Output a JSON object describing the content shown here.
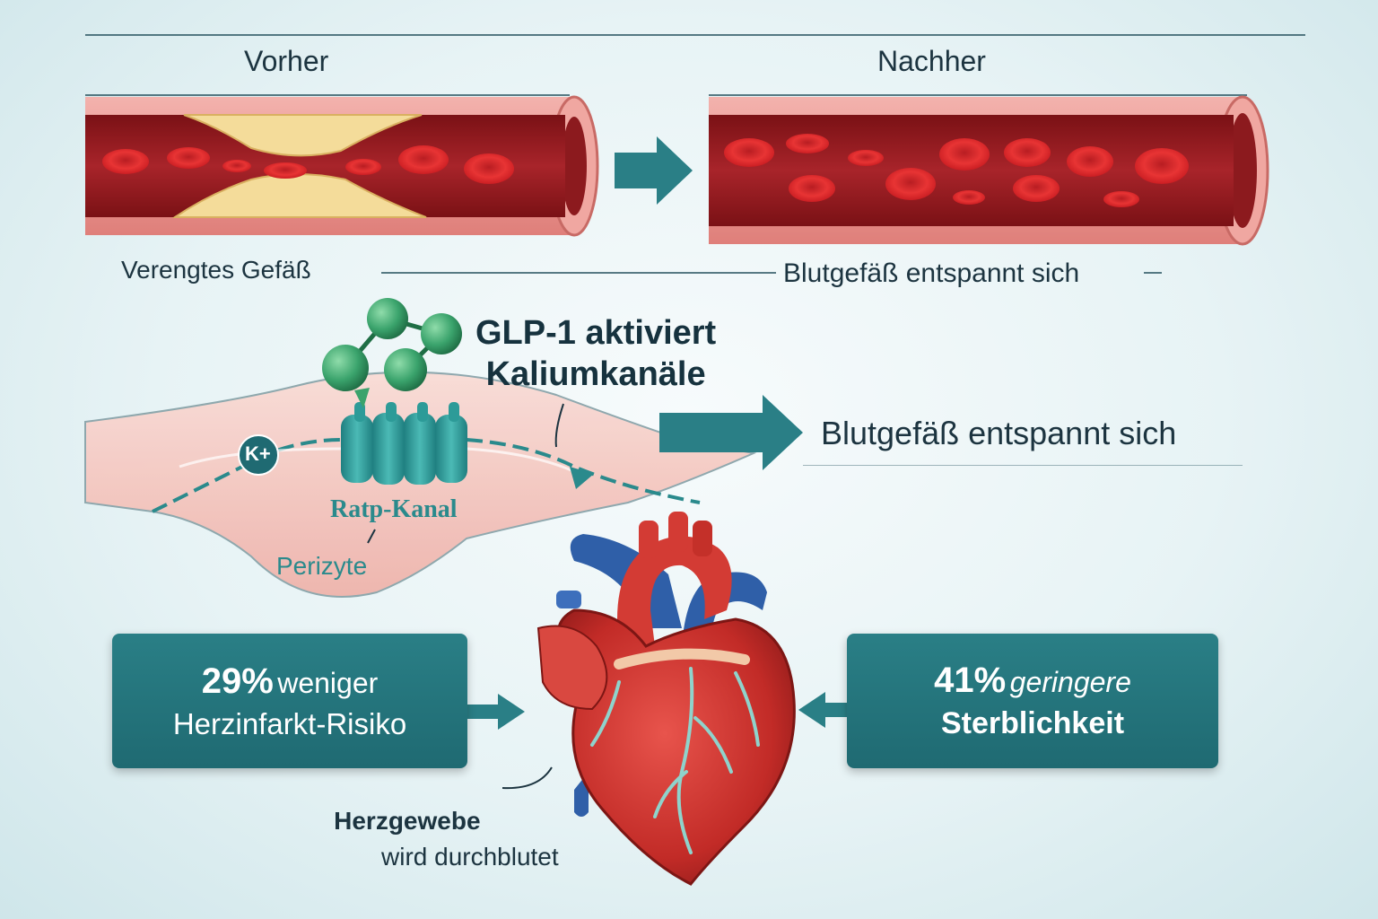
{
  "labels": {
    "before": "Vorher",
    "after": "Nachher",
    "narrowed_vessel": "Verengtes Gefäß",
    "relaxed_vessel": "Blutgefäß entspannt sich",
    "glp1_line1": "GLP-1 aktiviert",
    "glp1_line2": "Kaliumkanäle",
    "potassium": "K+",
    "channel": "Ratp-Kanal",
    "pericyte": "Perizyte",
    "relaxed_vessel_2": "Blutgefäß entspannt sich",
    "heart_tissue_line1": "Herzgewebe",
    "heart_tissue_line2": "wird durchblutet"
  },
  "stats": {
    "left": {
      "value": "29%",
      "line1_rest": "weniger",
      "line2": "Herzinfarkt-Risiko"
    },
    "right": {
      "value": "41%",
      "line1_rest": "geringere",
      "line2": "Sterblichkeit"
    }
  },
  "colors": {
    "accent": "#2a7f86",
    "vessel_wall": "#e98b8b",
    "blood": "#9e1b1f",
    "plaque": "#f4dc9a",
    "cell": "#d62828",
    "molecule": "#3aa36c",
    "heart": "#c9302c",
    "vein": "#2f5fa8"
  }
}
